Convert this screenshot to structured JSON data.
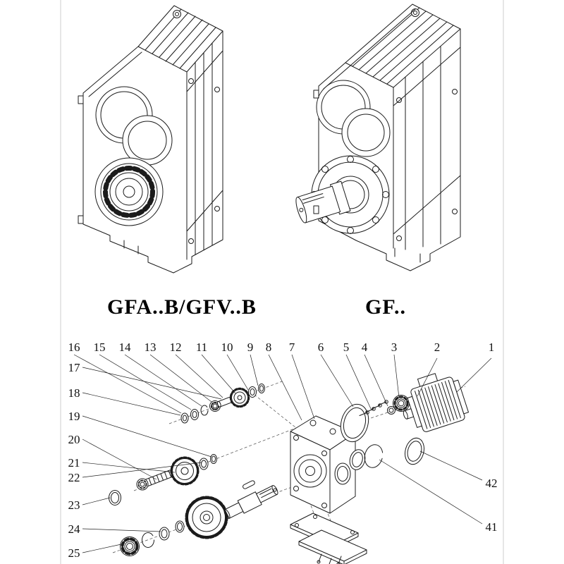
{
  "page": {
    "background": "#ffffff",
    "line_color": "#1b1b1b",
    "margin_line_color": "#cccccc"
  },
  "models": {
    "left_label": "GFA..B/GFV..B",
    "right_label": "GF.."
  },
  "exploded": {
    "callouts_top": [
      "16",
      "15",
      "14",
      "13",
      "12",
      "11",
      "10",
      "9",
      "8",
      "7",
      "6",
      "5",
      "4",
      "3",
      "2",
      "1"
    ],
    "callouts_left": [
      "17",
      "18",
      "19",
      "20",
      "21",
      "22",
      "23",
      "24",
      "25"
    ],
    "callouts_right": [
      "42",
      "41"
    ]
  }
}
